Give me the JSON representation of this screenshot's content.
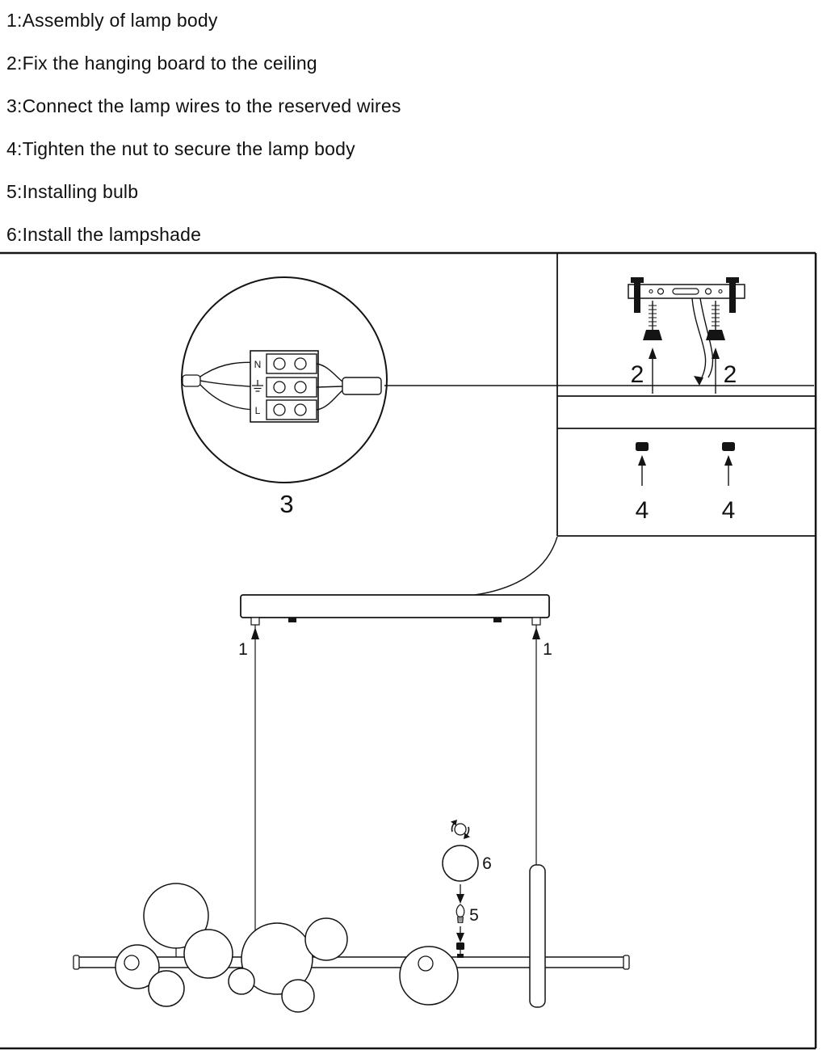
{
  "instructions": {
    "items": [
      "1:Assembly of lamp body",
      "2:Fix the hanging board to the ceiling",
      "3:Connect the lamp wires to the reserved wires",
      "4:Tighten the nut to secure the lamp body",
      "5:Installing bulb",
      "6:Install the lampshade"
    ]
  },
  "diagram": {
    "terminal_block": {
      "neutral_label": "N",
      "live_label": "L",
      "earth_icon": "earth-ground-icon"
    },
    "step_labels": {
      "wire_detail": "3",
      "screw_left": "2",
      "screw_right": "2",
      "nut_left": "4",
      "nut_right": "4",
      "suspension_left": "1",
      "suspension_right": "1",
      "bulb": "5",
      "lampshade": "6"
    },
    "icons": {
      "rotate": "rotate-clockwise-icon",
      "earth": "earth-ground-icon"
    }
  },
  "colors": {
    "line": "#141414",
    "background": "#ffffff"
  }
}
